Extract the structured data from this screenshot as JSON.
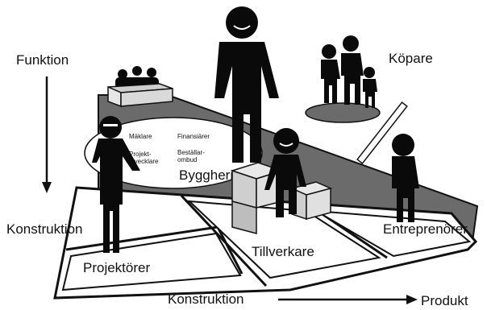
{
  "diagram": {
    "axis_vertical": {
      "top_label": "Funktion",
      "bottom_label": "Konstruktion"
    },
    "axis_horizontal": {
      "start_label": "Konstruktion",
      "end_label": "Produkt"
    },
    "roles": {
      "kopare": "Köpare",
      "byggherre": "Byggherre",
      "projektorer": "Projektörer",
      "tillverkare": "Tillverkare",
      "entreprenorer": "Entreprenörer"
    },
    "byggherre_group": {
      "maklare": "Mäklare",
      "finansiarer": "Finansiärer",
      "projektutvecklare_line1": "Projekt-",
      "projektutvecklare_line2": "utvecklare",
      "bestallarombud_line1": "Beställar-",
      "bestallarombud_line2": "ombud"
    },
    "colors": {
      "platform_dark": "#6b6b6b",
      "figure": "#0a0a0a",
      "box_light": "#cfcfcf",
      "outline": "#111111"
    }
  }
}
